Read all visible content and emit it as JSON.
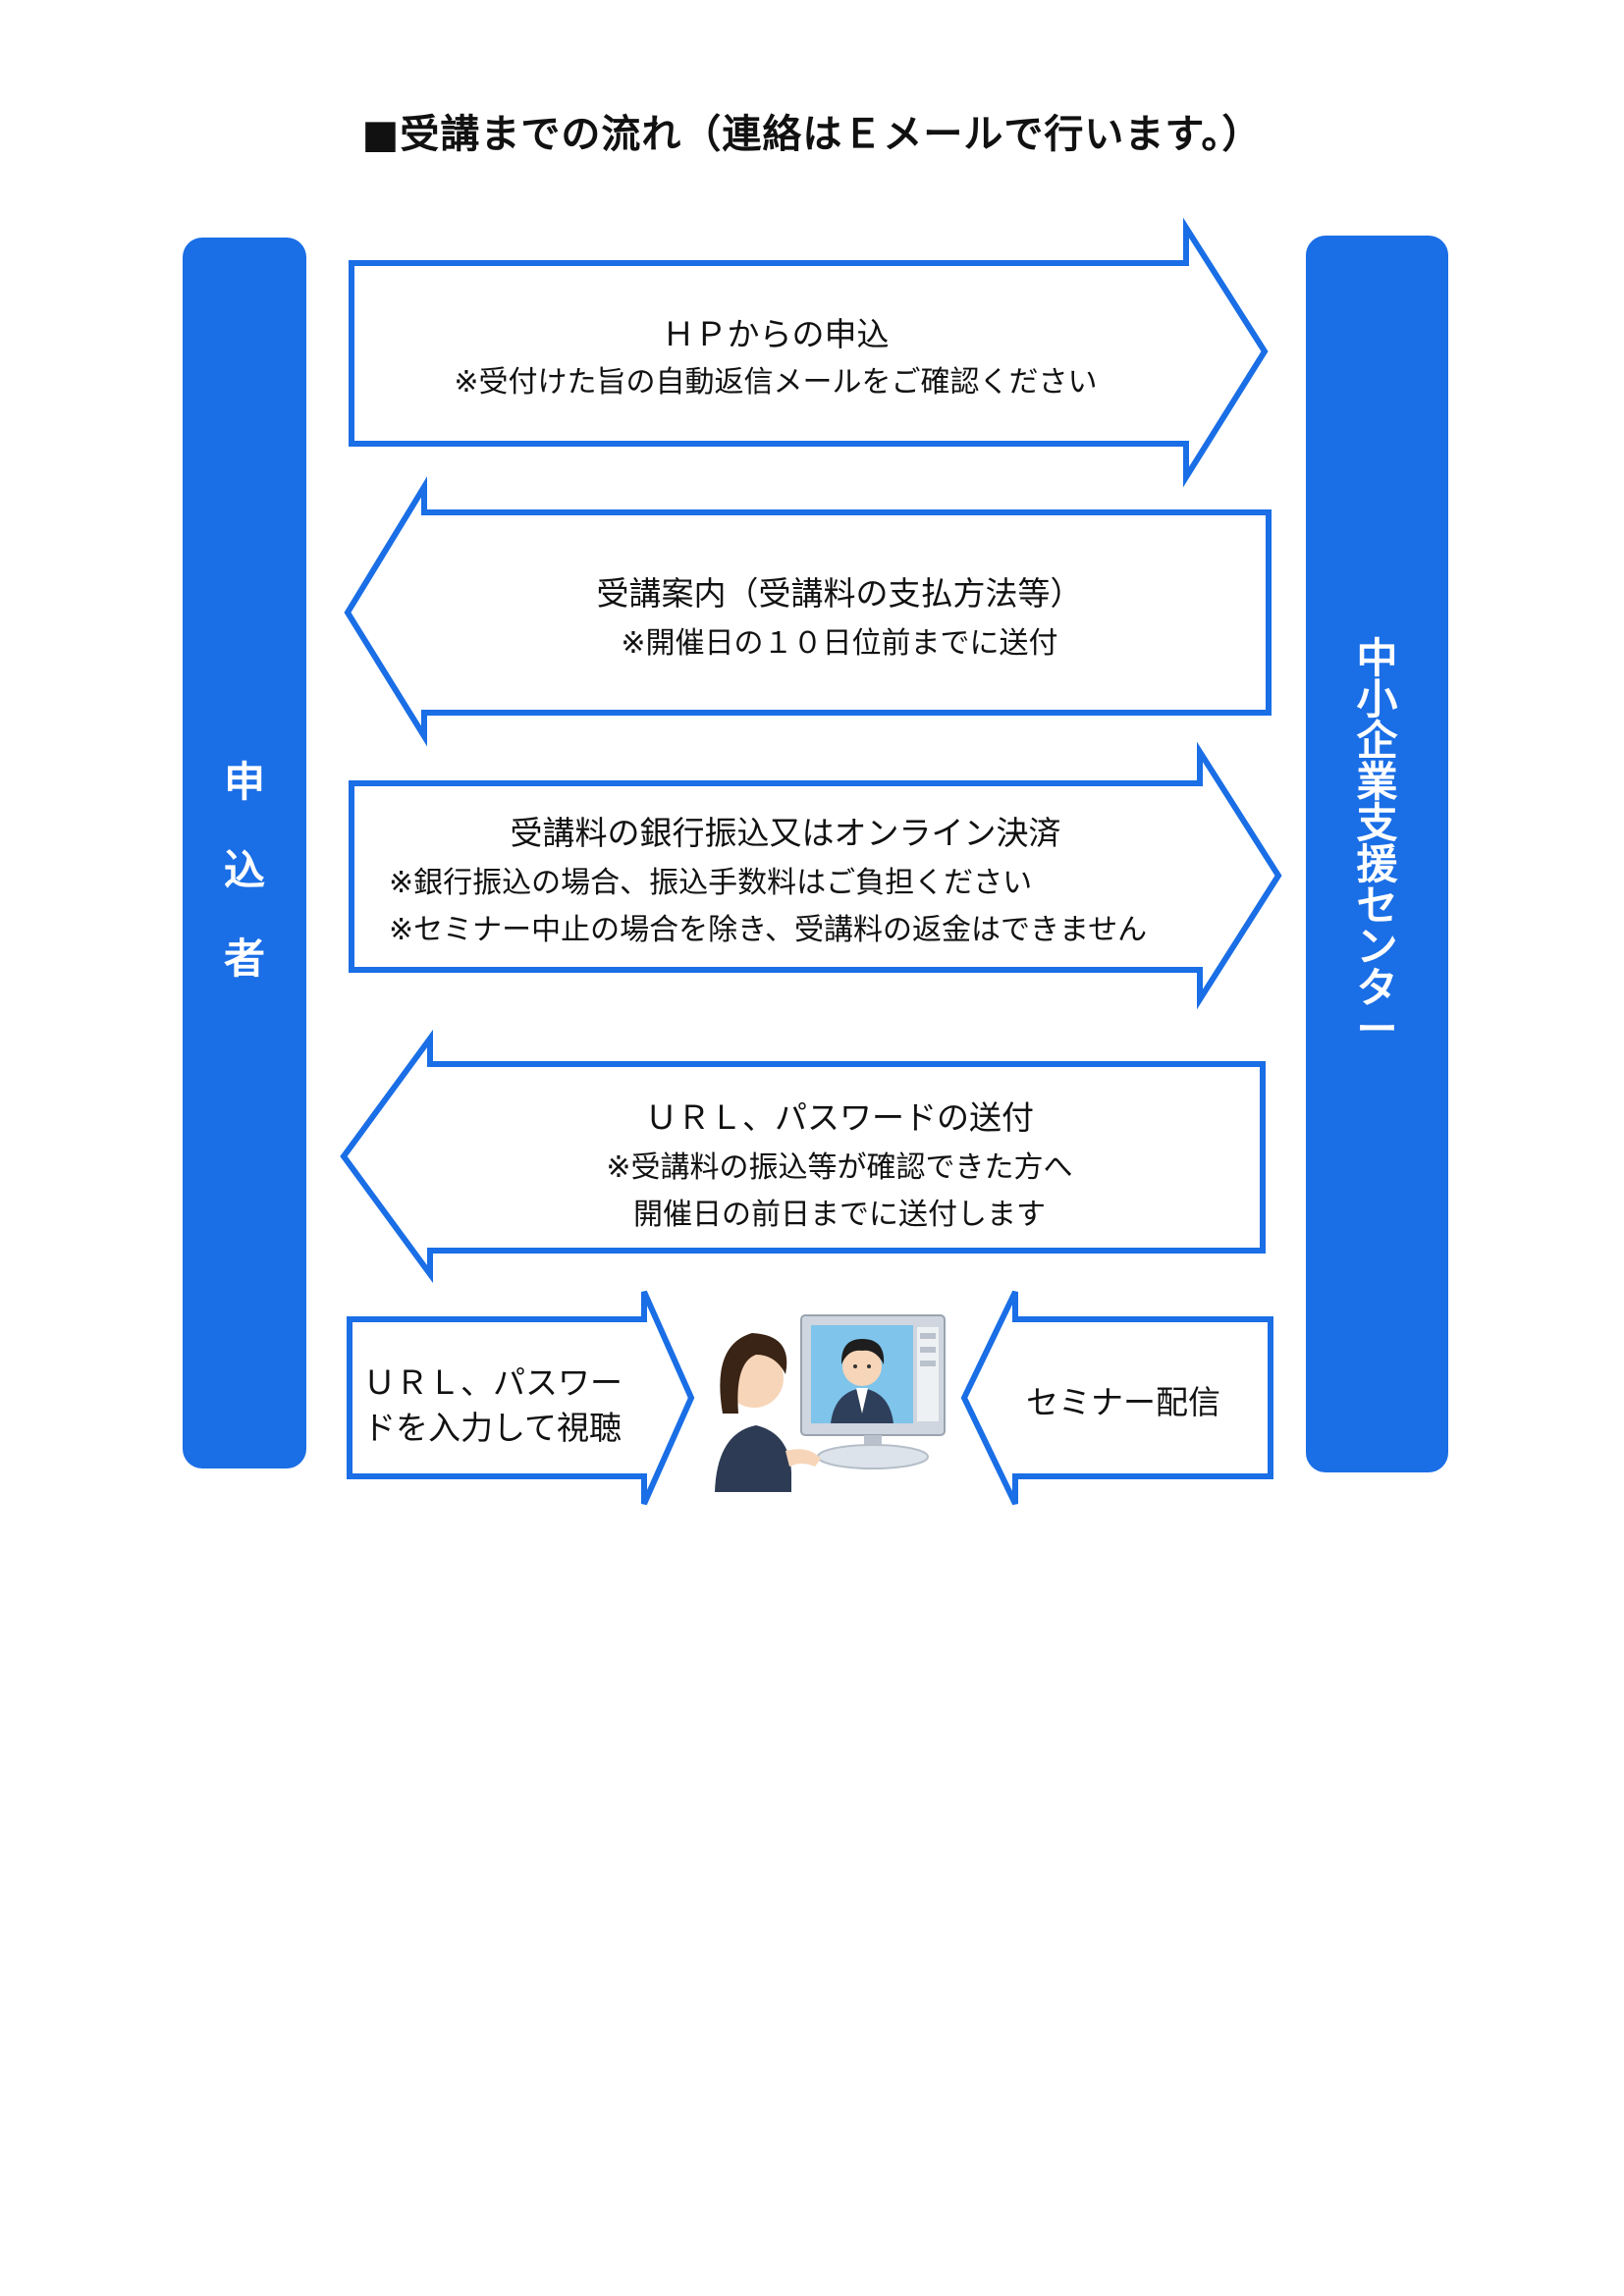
{
  "title": "■受講までの流れ（連絡はＥメールで行います。）",
  "colors": {
    "bar": "#1a6ee6",
    "arrow_stroke": "#1a6ee6",
    "background": "#ffffff"
  },
  "participant_bar": {
    "label": "申込者"
  },
  "center_bar": {
    "label": "中小企業支援センター"
  },
  "steps": [
    {
      "direction": "right",
      "title": "ＨＰからの申込",
      "notes": [
        "※受付けた旨の自動返信メールをご確認ください"
      ]
    },
    {
      "direction": "left",
      "title": "受講案内（受講料の支払方法等）",
      "notes": [
        "※開催日の１０日位前までに送付"
      ]
    },
    {
      "direction": "right",
      "title": "受講料の銀行振込又はオンライン決済",
      "notes": [
        "※銀行振込の場合、振込手数料はご負担ください",
        "※セミナー中止の場合を除き、受講料の返金はできません"
      ]
    },
    {
      "direction": "left",
      "title": "ＵＲＬ、パスワードの送付",
      "notes": [
        "※受講料の振込等が確認できた方へ",
        "開催日の前日までに送付します"
      ]
    }
  ],
  "bottom": {
    "viewer_arrow": {
      "direction": "right",
      "lines": [
        "ＵＲＬ、パスワー",
        "ドを入力して視聴"
      ]
    },
    "delivery_arrow": {
      "direction": "left",
      "lines": [
        "セミナー配信"
      ]
    },
    "illustration": "online-seminar-illustration"
  }
}
